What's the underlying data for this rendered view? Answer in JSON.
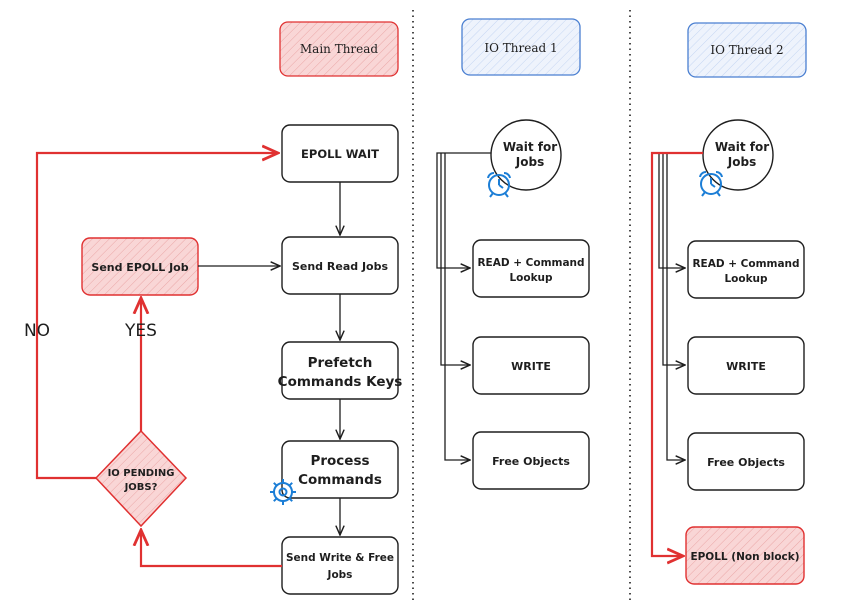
{
  "headers": {
    "main": "Main Thread",
    "io1": "IO Thread 1",
    "io2": "IO Thread 2"
  },
  "main": {
    "epoll_wait": "EPOLL WAIT",
    "send_read_jobs": "Send Read Jobs",
    "prefetch_line1": "Prefetch",
    "prefetch_line2": "Commands Keys",
    "process_line1": "Process",
    "process_line2": "Commands",
    "send_write_line1": "Send Write & Free",
    "send_write_line2": "Jobs"
  },
  "left": {
    "send_epoll_job": "Send EPOLL Job",
    "decision_line1": "IO PENDING",
    "decision_line2": "JOBS?",
    "yes_label": "YES",
    "no_label": "NO"
  },
  "io1": {
    "wait_line1": "Wait for",
    "wait_line2": "Jobs",
    "read_line1": "READ + Command",
    "read_line2": "Lookup",
    "write": "WRITE",
    "free": "Free Objects"
  },
  "io2": {
    "wait_line1": "Wait for",
    "wait_line2": "Jobs",
    "read_line1": "READ + Command",
    "read_line2": "Lookup",
    "write": "WRITE",
    "free": "Free Objects",
    "epoll": "EPOLL (Non block)"
  },
  "colors": {
    "red_stroke": "#e03131",
    "red_fill": "#f7c5c5",
    "blue_stroke": "#4a7fd1",
    "blue_fill": "#e7effb",
    "icon_blue": "#1c7ed6",
    "black": "#1e1e1e"
  },
  "icons": {
    "alarm": "alarm-clock-icon",
    "gear": "gear-icon"
  }
}
